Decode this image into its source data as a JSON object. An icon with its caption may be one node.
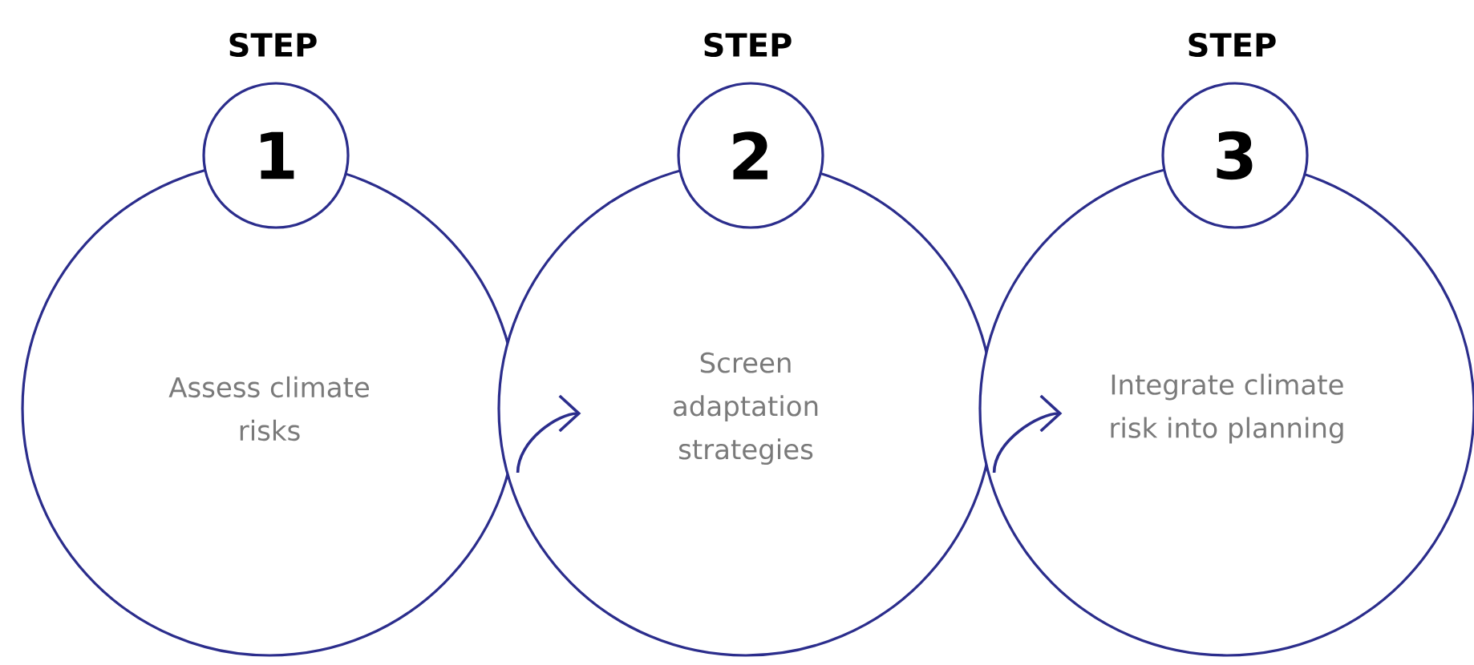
{
  "diagram": {
    "nodes": [
      {
        "text": [
          "STEP",
          "1"
        ]
      },
      {
        "text": [
          "Assess climate risks"
        ]
      },
      {
        "text": [
          "STEP",
          "2"
        ]
      },
      {
        "text": [
          "Screen adaptation strategies"
        ]
      },
      {
        "text": [
          "STEP",
          "3"
        ]
      },
      {
        "text": [
          "Integrate climate risk into planning"
        ]
      }
    ],
    "edges": [
      {
        "from": 1,
        "to": 3,
        "arrow": "to"
      },
      {
        "from": 3,
        "to": 5,
        "arrow": "to"
      }
    ]
  }
}
